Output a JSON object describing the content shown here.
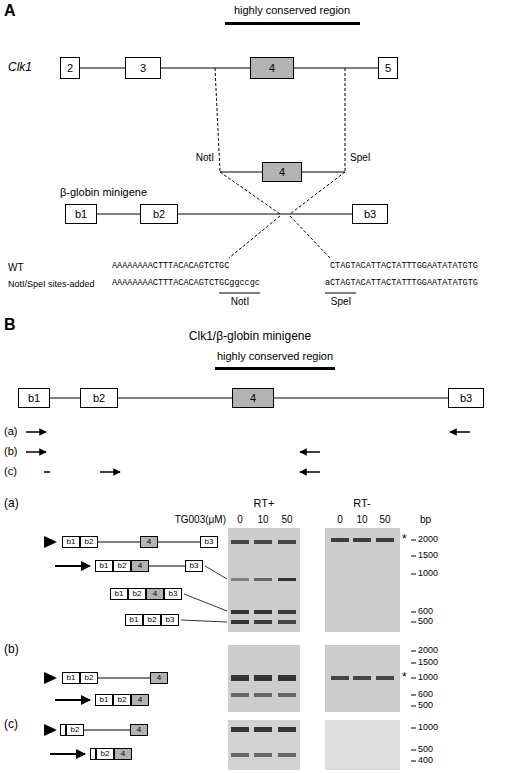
{
  "diagram": {
    "nodes": [
      {
        "text": [
          "2"
        ]
      },
      {
        "text": [
          "3"
        ]
      },
      {
        "text": [
          "4"
        ]
      },
      {
        "text": [
          "5"
        ]
      },
      {
        "text": [
          "4"
        ]
      },
      {
        "text": [
          "b1"
        ]
      },
      {
        "text": [
          "b2"
        ]
      },
      {
        "text": [
          "b3"
        ]
      },
      {
        "text": [
          "b1"
        ]
      },
      {
        "text": [
          "b2"
        ]
      },
      {
        "text": [
          "4"
        ]
      },
      {
        "text": [
          "b3"
        ]
      },
      {
        "text": [
          "b1"
        ]
      },
      {
        "text": [
          "b2"
        ]
      },
      {
        "text": [
          "4"
        ]
      },
      {
        "text": [
          "b3"
        ]
      },
      {
        "text": [
          "b1"
        ]
      },
      {
        "text": [
          "b2"
        ]
      },
      {
        "text": [
          "4"
        ]
      },
      {
        "text": [
          "b3"
        ]
      },
      {
        "text": [
          "b1"
        ]
      },
      {
        "text": [
          "b2"
        ]
      },
      {
        "text": [
          "4"
        ]
      },
      {
        "text": [
          "b3"
        ]
      },
      {
        "text": [
          "b1"
        ]
      },
      {
        "text": [
          "b2"
        ]
      },
      {
        "text": [
          "b3"
        ]
      },
      {
        "text": [
          "b1"
        ]
      },
      {
        "text": [
          "b2"
        ]
      },
      {
        "text": [
          "4"
        ]
      },
      {
        "text": [
          "b1"
        ]
      },
      {
        "text": [
          "b2"
        ]
      },
      {
        "text": [
          "4"
        ]
      },
      {
        "text": [
          "b2"
        ]
      },
      {
        "text": [
          "4"
        ]
      },
      {
        "text": [
          "b2"
        ]
      },
      {
        "text": [
          "4"
        ]
      }
    ],
    "edges": [
      {
        "from": 0,
        "to": 1,
        "arrow": "none"
      },
      {
        "from": 1,
        "to": 2,
        "arrow": "none"
      },
      {
        "from": 2,
        "to": 3,
        "arrow": "none"
      },
      {
        "from": 5,
        "to": 6,
        "arrow": "none"
      },
      {
        "from": 6,
        "to": 7,
        "arrow": "none"
      },
      {
        "from": 8,
        "to": 9,
        "arrow": "none"
      },
      {
        "from": 9,
        "to": 10,
        "arrow": "none"
      },
      {
        "from": 10,
        "to": 11,
        "arrow": "none"
      },
      {
        "from": 13,
        "to": 14,
        "arrow": "none"
      },
      {
        "from": 14,
        "to": 15,
        "arrow": "none"
      },
      {
        "from": 18,
        "to": 19,
        "arrow": "none"
      },
      {
        "from": 28,
        "to": 29,
        "arrow": "none"
      },
      {
        "from": 33,
        "to": 34,
        "arrow": "none"
      }
    ],
    "labels": [
      "A",
      "highly conserved region",
      "Clk1",
      "NotI",
      "SpeI",
      "β-globin minigene",
      "WT",
      "AAAAAAAACTTTACACAGTCTGC",
      "CTAGTACATTACTATTTGGAATATATGTG",
      "NotI/SpeI sites-added",
      "AAAAAAAACTTTACACAGTCTGCggccgc",
      "aCTAGTACATTACTATTTGGAATATATGTG",
      "NotI",
      "SpeI",
      "B",
      "Clk1/β-globin minigene",
      "highly conserved region",
      "(a)",
      "(b)",
      "(c)",
      "(a)",
      "RT+",
      "RT-",
      "TG003(μM)",
      "0",
      "10",
      "50",
      "0",
      "10",
      "50",
      "bp",
      "2000",
      "1500",
      "1000",
      "600",
      "500",
      "*",
      "(b)",
      "2000",
      "1500",
      "1000",
      "600",
      "500",
      "*",
      "(c)",
      "1000",
      "500",
      "400"
    ]
  }
}
